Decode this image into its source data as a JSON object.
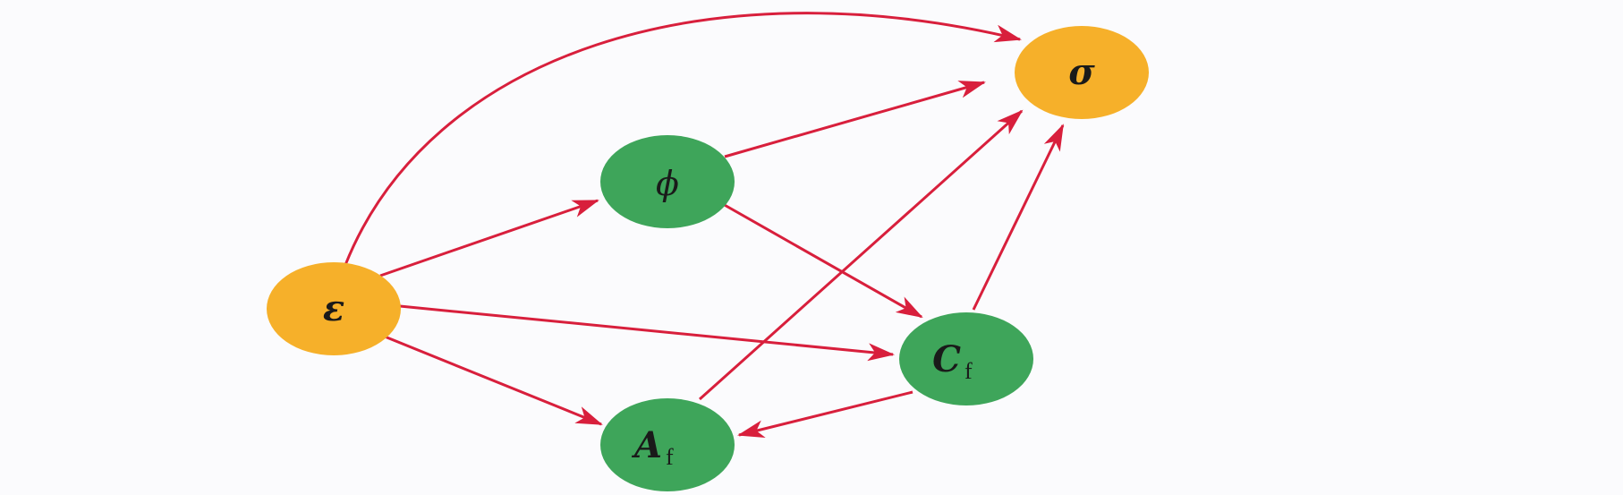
{
  "diagram": {
    "colors": {
      "background": "#fbfbfd",
      "edge": "#d81f3c",
      "orange_node": "#f6b02a",
      "green_node": "#3ea55a"
    },
    "nodes": {
      "epsilon": {
        "main": "ε",
        "sub": "",
        "color": "#f6b02a"
      },
      "phi": {
        "main": "ϕ",
        "sub": "",
        "color": "#3ea55a"
      },
      "sigma": {
        "main": "σ",
        "sub": "",
        "color": "#f6b02a"
      },
      "cf": {
        "main": "C",
        "sub": "f",
        "color": "#3ea55a"
      },
      "af": {
        "main": "A",
        "sub": "f",
        "color": "#3ea55a"
      }
    },
    "edges": [
      {
        "from": "epsilon",
        "to": "sigma"
      },
      {
        "from": "epsilon",
        "to": "phi"
      },
      {
        "from": "epsilon",
        "to": "cf"
      },
      {
        "from": "epsilon",
        "to": "af"
      },
      {
        "from": "phi",
        "to": "sigma"
      },
      {
        "from": "phi",
        "to": "cf"
      },
      {
        "from": "af",
        "to": "sigma"
      },
      {
        "from": "cf",
        "to": "sigma"
      },
      {
        "from": "cf",
        "to": "af"
      }
    ]
  }
}
